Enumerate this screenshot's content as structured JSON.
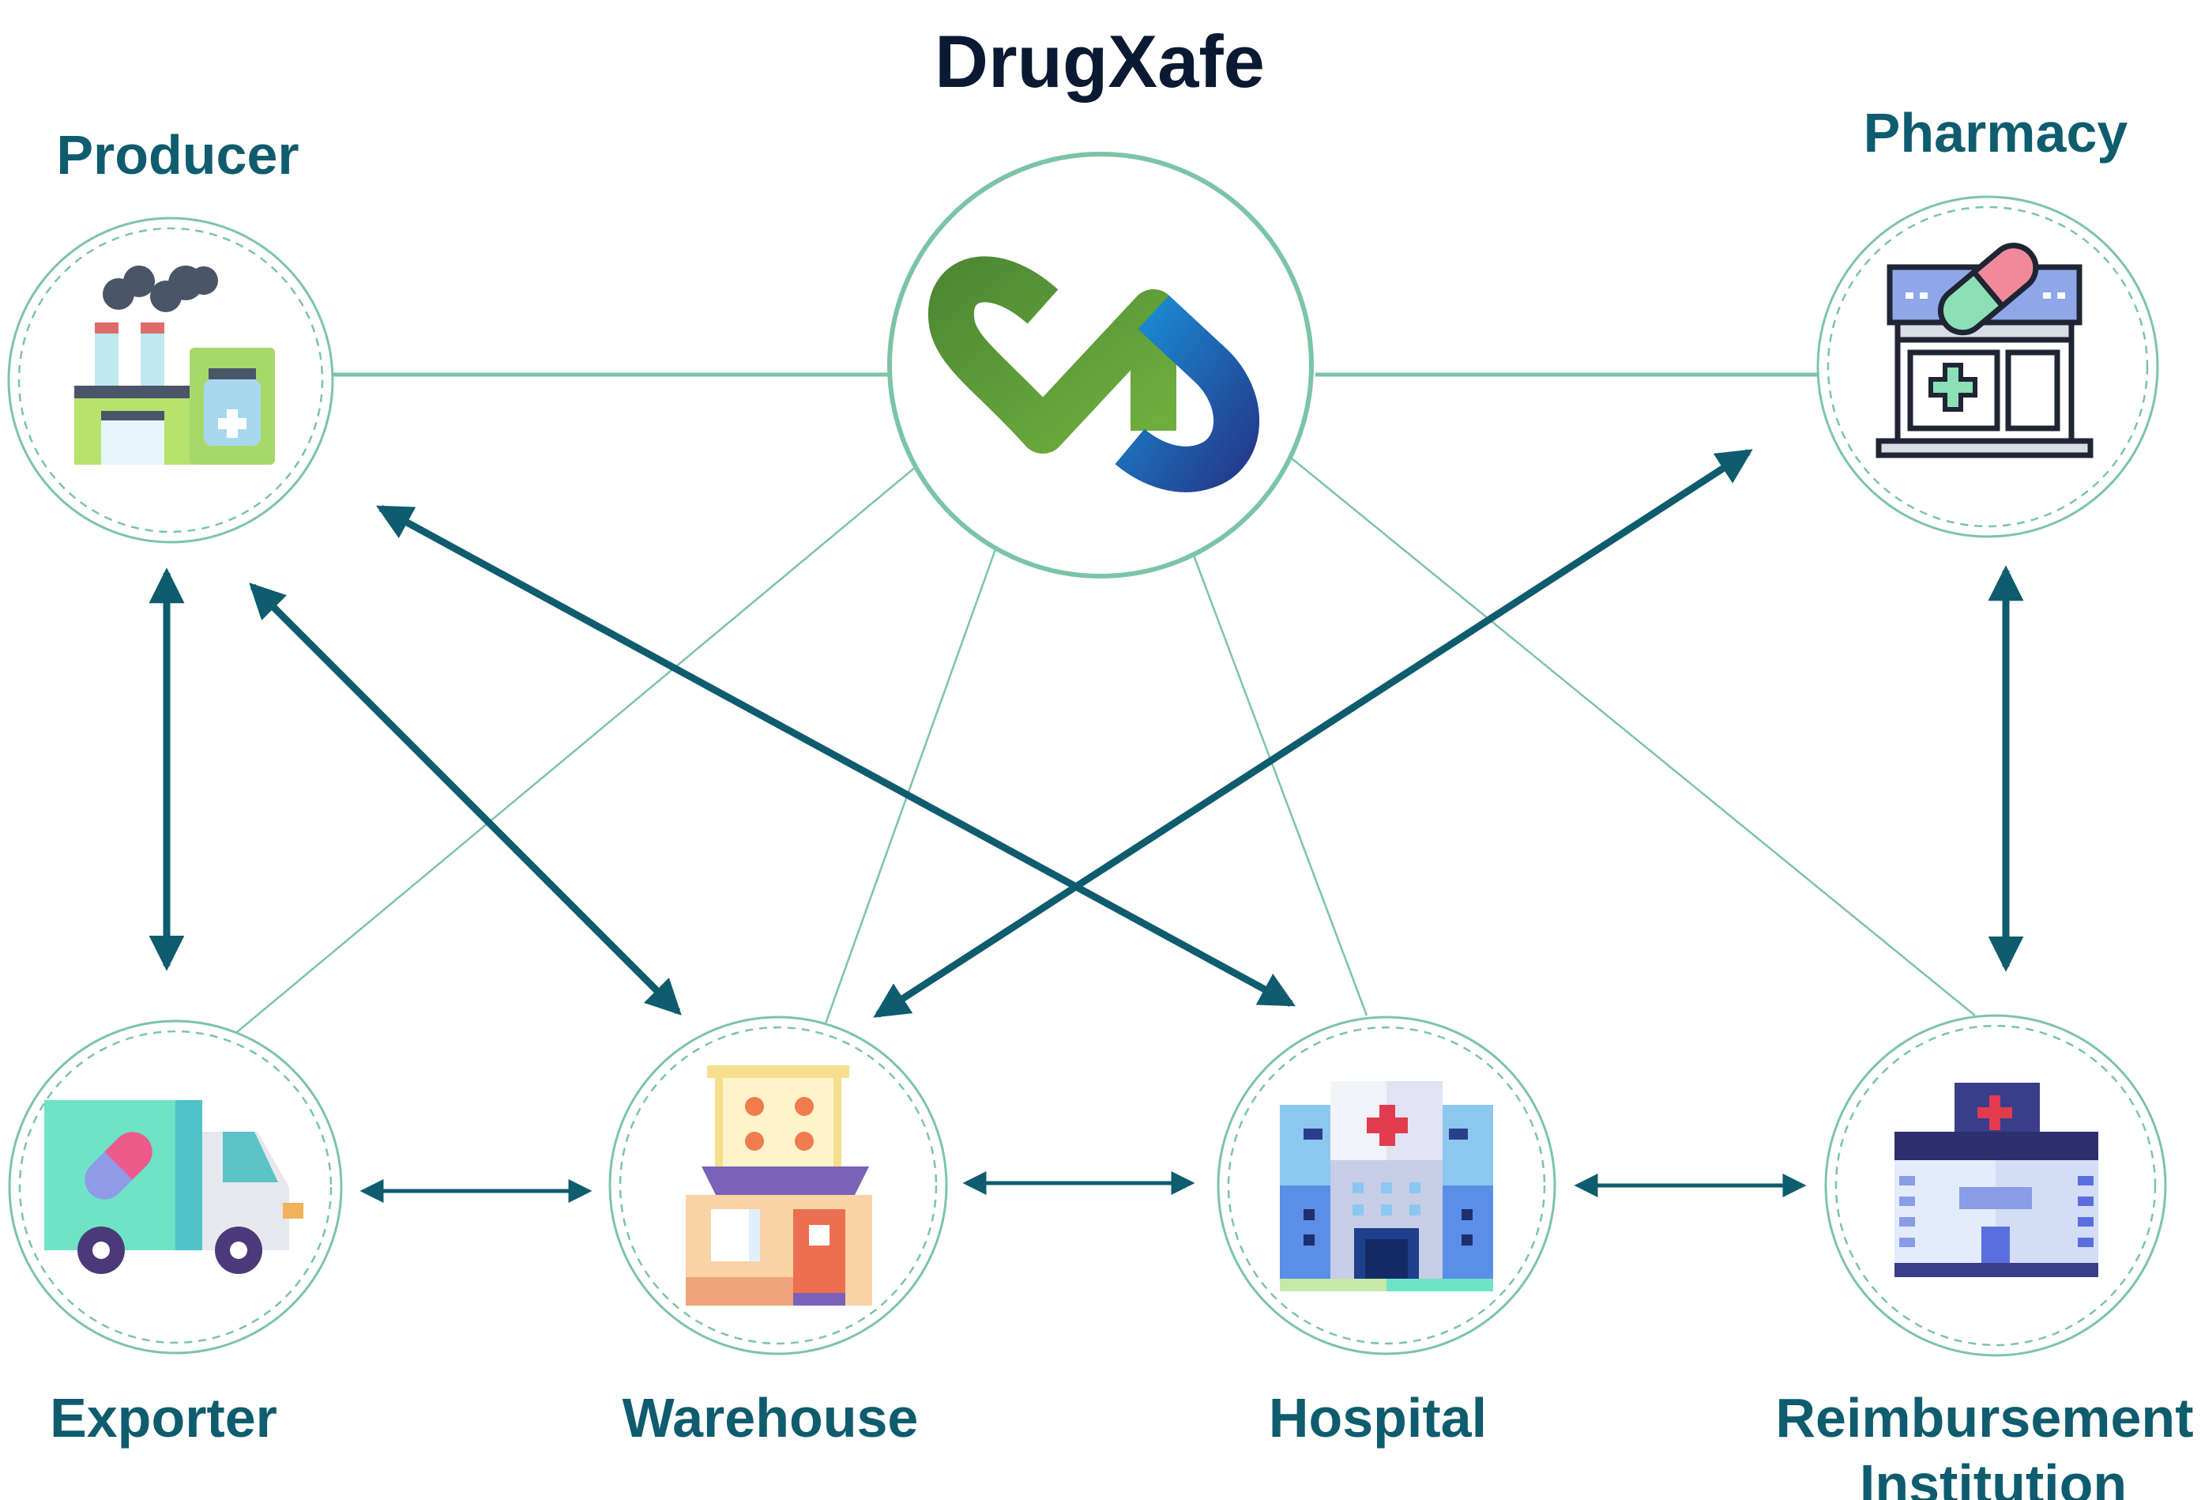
{
  "title": "DrugXafe",
  "nodes": {
    "producer": {
      "label": "Producer",
      "icon": "factory-icon"
    },
    "pharmacy": {
      "label": "Pharmacy",
      "icon": "pharmacy-store-icon"
    },
    "exporter": {
      "label": "Exporter",
      "icon": "truck-icon"
    },
    "warehouse": {
      "label": "Warehouse",
      "icon": "warehouse-icon"
    },
    "hospital": {
      "label": "Hospital",
      "icon": "hospital-icon"
    },
    "reimbursement": {
      "label_line1": "Reimbursement",
      "label_line2": "Institution",
      "icon": "government-building-icon"
    }
  },
  "hub": {
    "icon": "drugxafe-logo-icon"
  },
  "connections": {
    "hub_links": [
      "producer",
      "pharmacy",
      "exporter",
      "warehouse",
      "hospital",
      "reimbursement"
    ],
    "two_way_arrows": [
      [
        "producer",
        "exporter"
      ],
      [
        "producer",
        "warehouse"
      ],
      [
        "producer",
        "hospital"
      ],
      [
        "pharmacy",
        "warehouse"
      ],
      [
        "pharmacy",
        "reimbursement"
      ],
      [
        "exporter",
        "warehouse"
      ],
      [
        "warehouse",
        "hospital"
      ],
      [
        "hospital",
        "reimbursement"
      ]
    ]
  },
  "colors": {
    "title": "#0b1a33",
    "label": "#0f5c6e",
    "arrow": "#0f5c6e",
    "ring": "#7cc4a8",
    "logo_green": "#5a9a3a",
    "logo_blue": "#1672c4"
  }
}
